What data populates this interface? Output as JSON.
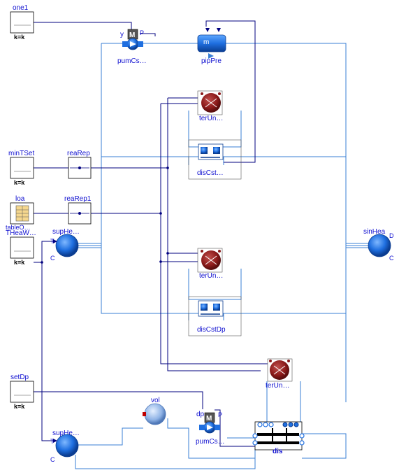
{
  "diagram": {
    "labels": {
      "one1": "one1",
      "minTSet": "minTSet",
      "loa": "loa",
      "loa_sub": "tableO…",
      "THeaWat": "THeaW…",
      "setDp": "setDp",
      "reaRep": "reaRep",
      "reaRep1": "reaRep1",
      "pumCst": "pumCs…",
      "pipPre": "pipPre",
      "pipPre_m": "m",
      "pumCst_y": "y",
      "terUni1": "terUn…",
      "disCst1": "disCst…",
      "terUni2": "terUn…",
      "disCst2": "disCstDp",
      "terUni3": "terUn…",
      "supHeaWat1": "supHe…",
      "supHeaWat2": "supHe…",
      "sinHea": "sinHea",
      "vol": "vol",
      "pumCst2": "pumCs…",
      "pumCst2_dp": "dp",
      "dis": "dis",
      "kk": "k=k",
      "port_T": "T",
      "port_C": "C",
      "port_P": "P",
      "port_M": "M",
      "port_D": "D"
    },
    "colors": {
      "wire_signal": "#00007f",
      "wire_fluid": "#3a7fd4",
      "label": "#1010d0",
      "heater": "#8b1a1a",
      "source_blue": "#1f5fbf"
    }
  }
}
